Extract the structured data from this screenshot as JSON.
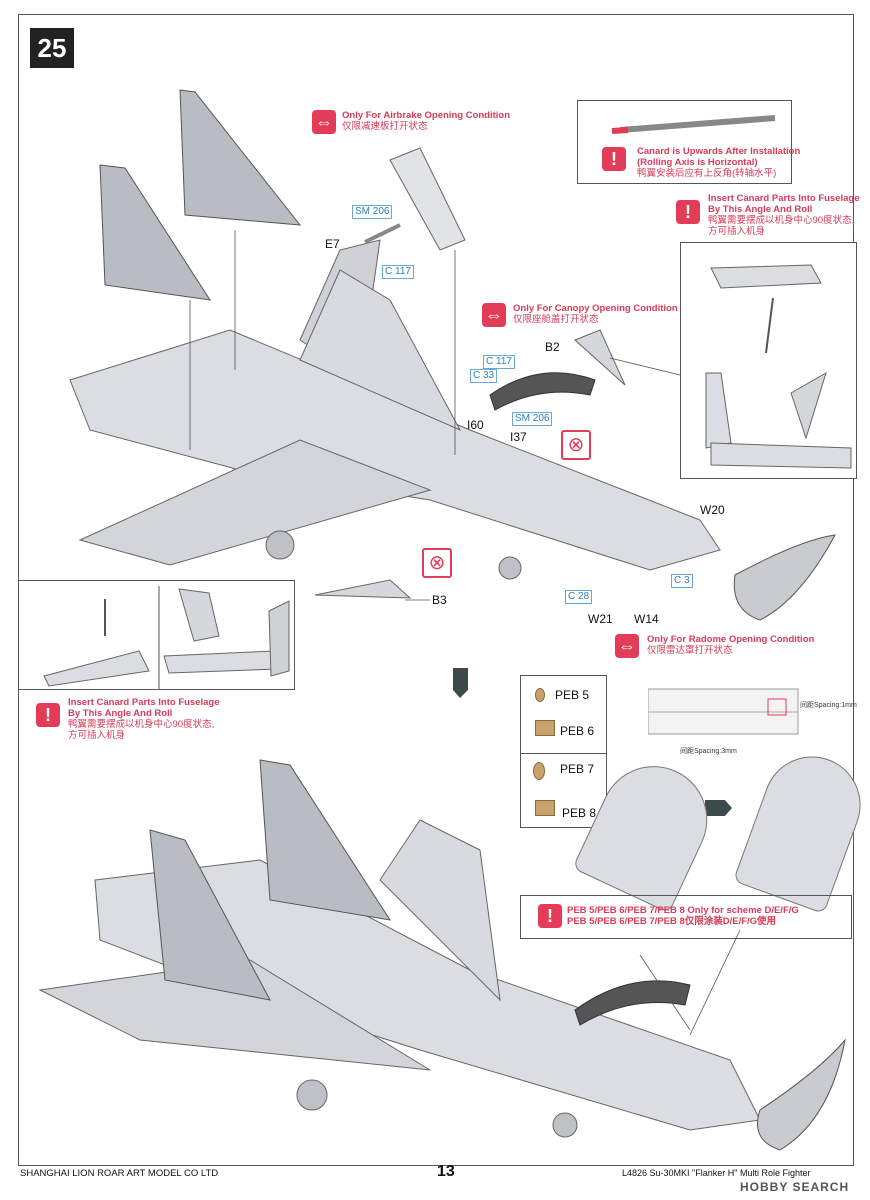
{
  "step_number": "25",
  "notes": {
    "airbrake": {
      "en": "Only For Airbrake Opening Condition",
      "cn": "仅限减速板打开状态"
    },
    "canard_up": {
      "en1": "Canard is Upwards After Installation",
      "en2": "(Rolling Axis is Horizontal)",
      "cn": "鸭翼安装后应有上反角(转轴水平)"
    },
    "canard_insert_top": {
      "en1": "Insert Canard Parts Into Fuselage",
      "en2": "By This Angle And Roll",
      "cn1": "鸭翼需要摆成以机身中心90度状态,",
      "cn2": "方可插入机身"
    },
    "canopy": {
      "en": "Only For Canopy Opening Condition",
      "cn": "仅限座舱盖打开状态"
    },
    "radome": {
      "en": "Only For Radome Opening Condition",
      "cn": "仅限雷达罩打开状态"
    },
    "canard_insert_bottom": {
      "en1": "Insert Canard Parts Into Fuselage",
      "en2": "By This Angle And Roll",
      "cn1": "鸭翼需要摆成以机身中心90度状态,",
      "cn2": "方可插入机身"
    },
    "peb": {
      "en": "PEB 5/PEB 6/PEB 7/PEB 8 Only for scheme D/E/F/G",
      "cn": "PEB 5/PEB 6/PEB 7/PEB 8仅限涂装D/E/F/G使用"
    }
  },
  "part_labels": {
    "e7": "E7",
    "b2": "B2",
    "i60": "I60",
    "i37": "I37",
    "w20": "W20",
    "w21": "W21",
    "w14": "W14",
    "b3": "B3",
    "peb5": "PEB 5",
    "peb6": "PEB 6",
    "peb7": "PEB 7",
    "peb8": "PEB 8"
  },
  "part_tags": {
    "sm206_top": "SM 206",
    "c117_top": "C 117",
    "c117_canopy": "C 117",
    "c33": "C 33",
    "sm206_canopy": "SM 206",
    "c3": "C 3",
    "c28": "C 28"
  },
  "spacing": {
    "a": "间距Spacing:1mm",
    "b": "间距Spacing:3mm"
  },
  "footer": {
    "company": "SHANGHAI LION ROAR ART MODEL CO LTD",
    "page": "13",
    "product": "L4826 Su-30MKI \"Flanker H\" Multi Role Fighter",
    "watermark": "HOBBY SEARCH"
  },
  "colors": {
    "accent": "#e23c58",
    "tag": "#2f7fb8",
    "aircraft": "#dcdde2",
    "brass": "#c8a26b"
  }
}
